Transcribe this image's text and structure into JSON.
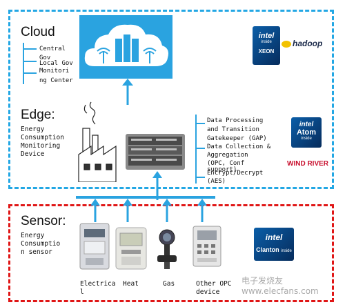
{
  "cloud": {
    "title": "Cloud",
    "labels": [
      "Central",
      "Gov",
      "Local Gov",
      "Energy Monitoring Center"
    ],
    "overlap_label_a": "Monitori",
    "overlap_label_b": "ng Center"
  },
  "edge": {
    "title": "Edge:",
    "subtitle_lines": [
      "Energy",
      "Consumption",
      "Monitoring",
      "Device"
    ],
    "features": [
      "Data Processing",
      "and Transition",
      "Gatekeeper (GAP)",
      "Data Collection &",
      "Aggregation",
      "(OPC, Conf",
      "support)",
      "Encrypt/Decrypt",
      "(AES)"
    ]
  },
  "sensor": {
    "title": "Sensor:",
    "subtitle_lines": [
      "Energy",
      "Consumptio",
      "n sensor"
    ],
    "devices": [
      "Electrica",
      "l",
      "Heat",
      "Gas",
      "Other OPC",
      "device"
    ]
  },
  "logos": {
    "intel_xeon": {
      "brand": "intel",
      "sub": "inside",
      "model": "XEON"
    },
    "hadoop": "hadoop",
    "intel_atom": {
      "brand": "intel",
      "model": "Atom",
      "sub": "inside"
    },
    "wind_river": "WIND RIVER",
    "intel_clanton": {
      "brand": "intel",
      "model": "Clanton",
      "sub": "inside"
    }
  },
  "watermark": "电子发烧友 www.elecfans.com",
  "colors": {
    "edge_border": "#23a7e4",
    "sensor_border": "#e01616",
    "arrow": "#2aa3e0",
    "cloud": "#2aa3e0"
  }
}
